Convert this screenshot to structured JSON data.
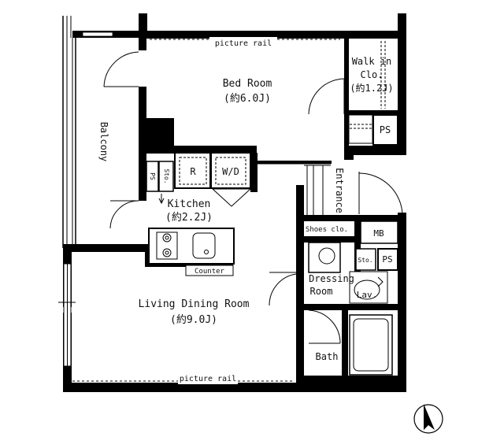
{
  "rooms": {
    "bedroom": {
      "name": "Bed Room",
      "size": "(約6.0J)"
    },
    "walkin": {
      "line1": "Walk in",
      "line2": "Clo.",
      "size": "(約1.2J)"
    },
    "kitchen": {
      "name": "Kitchen",
      "size": "(約2.2J)"
    },
    "living": {
      "name": "Living Dining Room",
      "size": "(約9.0J)"
    },
    "dressing": {
      "line1": "Dressing",
      "line2": "Room"
    },
    "bath": {
      "name": "Bath"
    },
    "entrance": {
      "name": "Entrance"
    },
    "balcony": {
      "name": "Balcony"
    }
  },
  "labels": {
    "picture_rail_top": "picture rail",
    "picture_rail_bottom": "picture rail",
    "counter": "Counter",
    "shoes_clo": "Shoes clo.",
    "mb": "MB",
    "ps_top": "PS",
    "ps_lower": "PS",
    "sto_kitchen": "Sto.",
    "ps_kitchen": "PS",
    "sto_dressing": "Sto.",
    "refrigerator": "R",
    "washer_dryer": "W/D",
    "lavatory": "Lav."
  },
  "compass": {
    "icon": "north-arrow-icon"
  }
}
